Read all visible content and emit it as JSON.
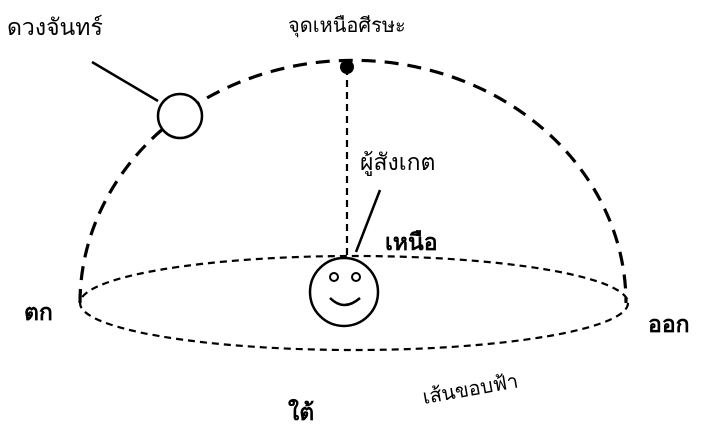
{
  "labels": {
    "moon": "ดวงจันทร์",
    "zenith": "จุดเหนือศีรษะ",
    "observer": "ผู้สังเกต",
    "north": "เหนือ",
    "west": "ตก",
    "east": "ออก",
    "horizon": "เส้นขอบฟ้า",
    "south": "ใต้"
  },
  "icons": {
    "moon": "moon-circle-icon",
    "observer": "smiley-face-icon",
    "zenith": "zenith-point-icon"
  }
}
